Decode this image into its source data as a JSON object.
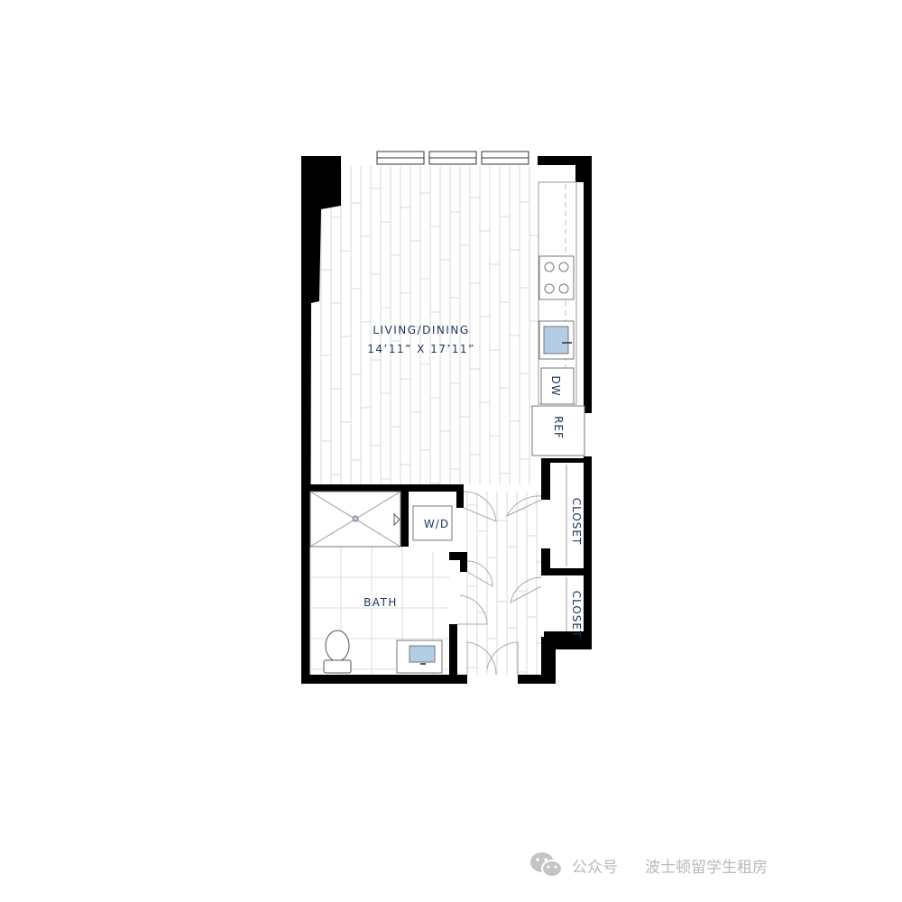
{
  "rooms": {
    "living": {
      "name": "LIVING/DINING",
      "dimensions": "14’11” X 17’11”"
    },
    "bath": {
      "name": "BATH"
    },
    "closet_upper": {
      "name": "CLOSET"
    },
    "closet_lower": {
      "name": "CLOSET"
    }
  },
  "fixtures": {
    "washer_dryer": "W/D",
    "dishwasher": "DW",
    "refrigerator": "REF"
  },
  "watermark": {
    "account_label": "公众号",
    "source_name": "波士顿留学生租房"
  },
  "colors": {
    "wall": "#000000",
    "text": "#1d3557",
    "floor_line": "#d9d9d9",
    "sink_fill": "#b3cde6",
    "watermark": "#b9b9b9"
  },
  "icons": [
    "window-icon",
    "stove-icon",
    "sink-icon",
    "toilet-icon",
    "shower-drain-icon",
    "wechat-icon"
  ]
}
